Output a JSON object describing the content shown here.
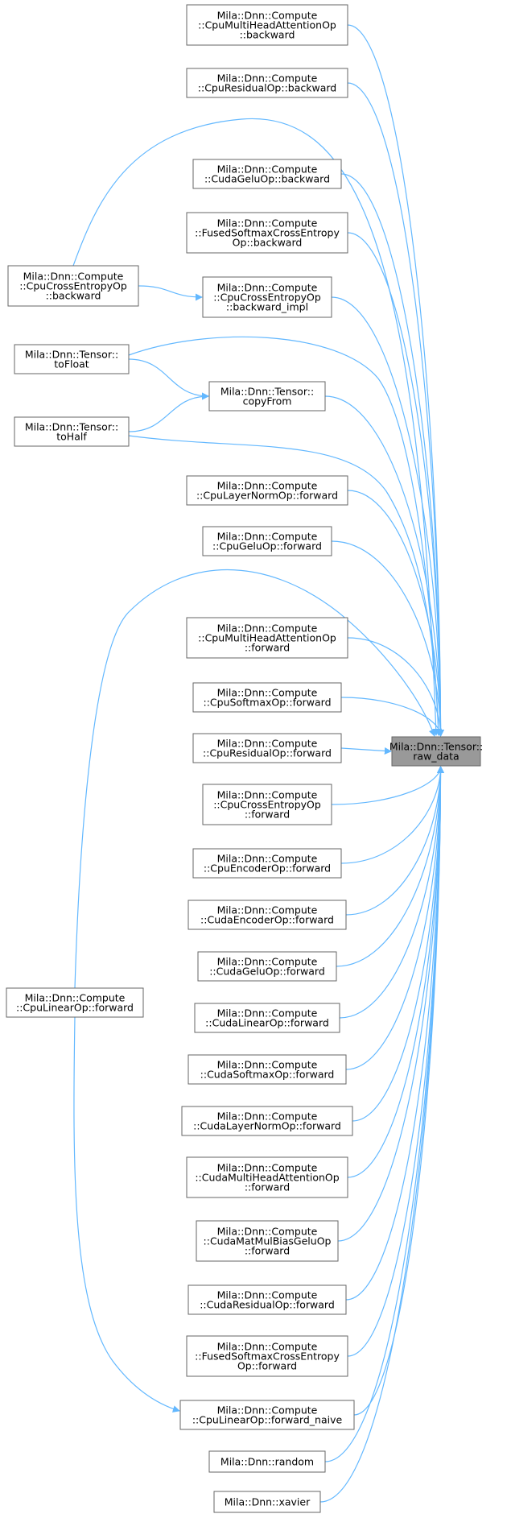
{
  "colors": {
    "edge": "#63b8ff",
    "node_border": "#666666",
    "node_fill": "#ffffff",
    "root_fill": "#999999",
    "text": "#000000"
  },
  "nodes": [
    {
      "id": "raw_data",
      "lines": [
        "Mila::Dnn::Tensor::",
        "raw_data"
      ],
      "root": true
    },
    {
      "id": "cpu_mha_backward",
      "lines": [
        "Mila::Dnn::Compute",
        "::CpuMultiHeadAttentionOp",
        "::backward"
      ]
    },
    {
      "id": "cpu_residual_backward",
      "lines": [
        "Mila::Dnn::Compute",
        "::CpuResidualOp::backward"
      ]
    },
    {
      "id": "cuda_gelu_backward",
      "lines": [
        "Mila::Dnn::Compute",
        "::CudaGeluOp::backward"
      ]
    },
    {
      "id": "fused_softmax_ce_backward",
      "lines": [
        "Mila::Dnn::Compute",
        "::FusedSoftmaxCrossEntropy",
        "Op::backward"
      ]
    },
    {
      "id": "cpu_ce_backward",
      "lines": [
        "Mila::Dnn::Compute",
        "::CpuCrossEntropyOp",
        "::backward"
      ]
    },
    {
      "id": "cpu_ce_backward_impl",
      "lines": [
        "Mila::Dnn::Compute",
        "::CpuCrossEntropyOp",
        "::backward_impl"
      ]
    },
    {
      "id": "tensor_tofloat",
      "lines": [
        "Mila::Dnn::Tensor::",
        "toFloat"
      ]
    },
    {
      "id": "tensor_copyfrom",
      "lines": [
        "Mila::Dnn::Tensor::",
        "copyFrom"
      ]
    },
    {
      "id": "tensor_tohalf",
      "lines": [
        "Mila::Dnn::Tensor::",
        "toHalf"
      ]
    },
    {
      "id": "cpu_layernorm_forward",
      "lines": [
        "Mila::Dnn::Compute",
        "::CpuLayerNormOp::forward"
      ]
    },
    {
      "id": "cpu_gelu_forward",
      "lines": [
        "Mila::Dnn::Compute",
        "::CpuGeluOp::forward"
      ]
    },
    {
      "id": "cpu_mha_forward",
      "lines": [
        "Mila::Dnn::Compute",
        "::CpuMultiHeadAttentionOp",
        "::forward"
      ]
    },
    {
      "id": "cpu_softmax_forward",
      "lines": [
        "Mila::Dnn::Compute",
        "::CpuSoftmaxOp::forward"
      ]
    },
    {
      "id": "cpu_residual_forward",
      "lines": [
        "Mila::Dnn::Compute",
        "::CpuResidualOp::forward"
      ]
    },
    {
      "id": "cpu_ce_forward",
      "lines": [
        "Mila::Dnn::Compute",
        "::CpuCrossEntropyOp",
        "::forward"
      ]
    },
    {
      "id": "cpu_encoder_forward",
      "lines": [
        "Mila::Dnn::Compute",
        "::CpuEncoderOp::forward"
      ]
    },
    {
      "id": "cuda_encoder_forward",
      "lines": [
        "Mila::Dnn::Compute",
        "::CudaEncoderOp::forward"
      ]
    },
    {
      "id": "cuda_gelu_forward",
      "lines": [
        "Mila::Dnn::Compute",
        "::CudaGeluOp::forward"
      ]
    },
    {
      "id": "cpu_linear_forward",
      "lines": [
        "Mila::Dnn::Compute",
        "::CpuLinearOp::forward"
      ]
    },
    {
      "id": "cuda_linear_forward",
      "lines": [
        "Mila::Dnn::Compute",
        "::CudaLinearOp::forward"
      ]
    },
    {
      "id": "cuda_softmax_forward",
      "lines": [
        "Mila::Dnn::Compute",
        "::CudaSoftmaxOp::forward"
      ]
    },
    {
      "id": "cuda_layernorm_forward",
      "lines": [
        "Mila::Dnn::Compute",
        "::CudaLayerNormOp::forward"
      ]
    },
    {
      "id": "cuda_mha_forward",
      "lines": [
        "Mila::Dnn::Compute",
        "::CudaMultiHeadAttentionOp",
        "::forward"
      ]
    },
    {
      "id": "cuda_matmul_bias_gelu_forward",
      "lines": [
        "Mila::Dnn::Compute",
        "::CudaMatMulBiasGeluOp",
        "::forward"
      ]
    },
    {
      "id": "cuda_residual_forward",
      "lines": [
        "Mila::Dnn::Compute",
        "::CudaResidualOp::forward"
      ]
    },
    {
      "id": "fused_softmax_ce_forward",
      "lines": [
        "Mila::Dnn::Compute",
        "::FusedSoftmaxCrossEntropy",
        "Op::forward"
      ]
    },
    {
      "id": "cpu_linear_forward_naive",
      "lines": [
        "Mila::Dnn::Compute",
        "::CpuLinearOp::forward_naive"
      ]
    },
    {
      "id": "dnn_random",
      "lines": [
        "Mila::Dnn::random"
      ]
    },
    {
      "id": "dnn_xavier",
      "lines": [
        "Mila::Dnn::xavier"
      ]
    }
  ],
  "edges": [
    {
      "from": "cpu_mha_backward",
      "to": "raw_data"
    },
    {
      "from": "cpu_residual_backward",
      "to": "raw_data"
    },
    {
      "from": "cpu_ce_backward",
      "to": "raw_data"
    },
    {
      "from": "cpu_ce_backward",
      "to": "cpu_ce_backward_impl"
    },
    {
      "from": "cuda_gelu_backward",
      "to": "raw_data"
    },
    {
      "from": "fused_softmax_ce_backward",
      "to": "raw_data"
    },
    {
      "from": "cpu_ce_backward_impl",
      "to": "raw_data"
    },
    {
      "from": "tensor_tofloat",
      "to": "raw_data"
    },
    {
      "from": "tensor_tofloat",
      "to": "tensor_copyfrom"
    },
    {
      "from": "tensor_tohalf",
      "to": "tensor_copyfrom"
    },
    {
      "from": "tensor_copyfrom",
      "to": "raw_data"
    },
    {
      "from": "tensor_tohalf",
      "to": "raw_data"
    },
    {
      "from": "cpu_layernorm_forward",
      "to": "raw_data"
    },
    {
      "from": "cpu_gelu_forward",
      "to": "raw_data"
    },
    {
      "from": "cpu_linear_forward",
      "to": "raw_data"
    },
    {
      "from": "cpu_linear_forward",
      "to": "cpu_linear_forward_naive"
    },
    {
      "from": "cpu_mha_forward",
      "to": "raw_data"
    },
    {
      "from": "cpu_softmax_forward",
      "to": "raw_data"
    },
    {
      "from": "cpu_residual_forward",
      "to": "raw_data"
    },
    {
      "from": "cpu_ce_forward",
      "to": "raw_data"
    },
    {
      "from": "cpu_encoder_forward",
      "to": "raw_data"
    },
    {
      "from": "cuda_encoder_forward",
      "to": "raw_data"
    },
    {
      "from": "cuda_gelu_forward",
      "to": "raw_data"
    },
    {
      "from": "cuda_linear_forward",
      "to": "raw_data"
    },
    {
      "from": "cuda_softmax_forward",
      "to": "raw_data"
    },
    {
      "from": "cuda_layernorm_forward",
      "to": "raw_data"
    },
    {
      "from": "cuda_mha_forward",
      "to": "raw_data"
    },
    {
      "from": "cuda_matmul_bias_gelu_forward",
      "to": "raw_data"
    },
    {
      "from": "cuda_residual_forward",
      "to": "raw_data"
    },
    {
      "from": "fused_softmax_ce_forward",
      "to": "raw_data"
    },
    {
      "from": "cpu_linear_forward_naive",
      "to": "raw_data"
    },
    {
      "from": "dnn_random",
      "to": "raw_data"
    },
    {
      "from": "dnn_xavier",
      "to": "raw_data"
    }
  ]
}
